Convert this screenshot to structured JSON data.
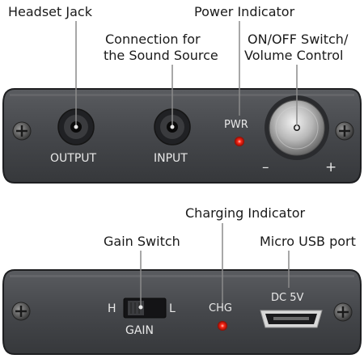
{
  "top_panel": {
    "callouts": {
      "headset_jack": "Headset Jack",
      "power_indicator": "Power Indicator",
      "sound_source_line1": "Connection for",
      "sound_source_line2": "the Sound Source",
      "switch_line1": "ON/OFF Switch/",
      "switch_line2": "Volume Control"
    },
    "labels": {
      "output": "OUTPUT",
      "input": "INPUT",
      "pwr": "PWR",
      "minus": "–",
      "plus": "+"
    }
  },
  "bottom_panel": {
    "callouts": {
      "charging_indicator": "Charging Indicator",
      "gain_switch": "Gain Switch",
      "micro_usb": "Micro USB port"
    },
    "labels": {
      "h": "H",
      "l": "L",
      "gain": "GAIN",
      "chg": "CHG",
      "dc": "DC 5V"
    }
  },
  "colors": {
    "panel": "#46484c",
    "panel_dark": "#2b2c2f",
    "led_red": "#ff2a1a",
    "leader_line": "#8a8a8a"
  }
}
